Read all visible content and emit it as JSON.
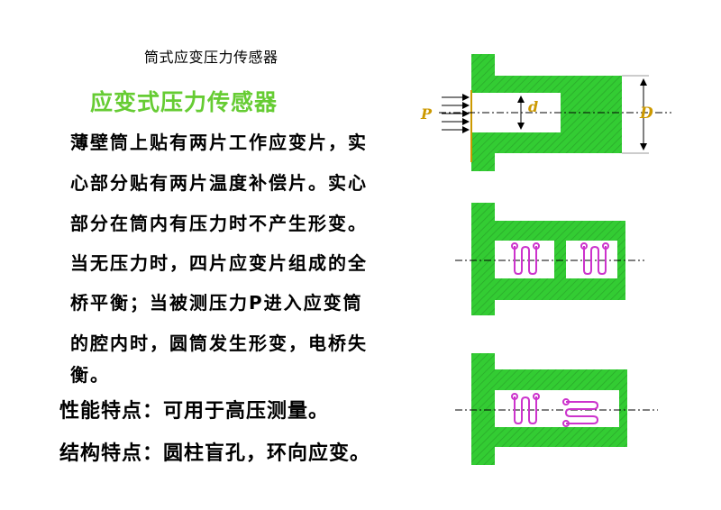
{
  "top_caption": "筒式应变压力传感器",
  "title": "应变式压力传感器",
  "body_lines": [
    "薄壁筒上贴有两片工作应变片，实",
    "心部分贴有两片温度补偿片。实心",
    "部分在筒内有压力时不产生形变。",
    "当无压力时，四片应变片组成的全",
    "桥平衡；当被测压力P进入应变筒",
    "的腔内时，圆筒发生形变，电桥失",
    "衡。"
  ],
  "features": [
    "性能特点：可用于高压测量。",
    "结构特点：圆柱盲孔，环向应变。"
  ],
  "diagram": {
    "label_p": "P",
    "label_d": "d",
    "label_D": "D",
    "colors": {
      "body": "#33cc33",
      "title": "#66cc33",
      "gauge": "#cc33cc",
      "label": "#cc9900"
    }
  }
}
